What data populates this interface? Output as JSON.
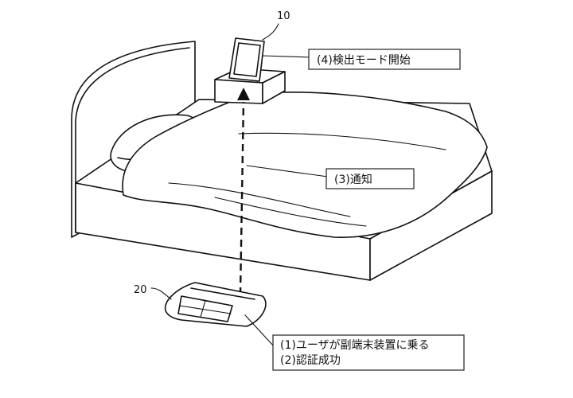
{
  "figure": {
    "ref_tablet": "10",
    "ref_scale": "20",
    "label_step4": "(4)検出モード開始",
    "label_step3": "(3)通知",
    "label_step1": "(1)ユーザが副端末装置に乗る",
    "label_step2": "(2)認証成功"
  }
}
